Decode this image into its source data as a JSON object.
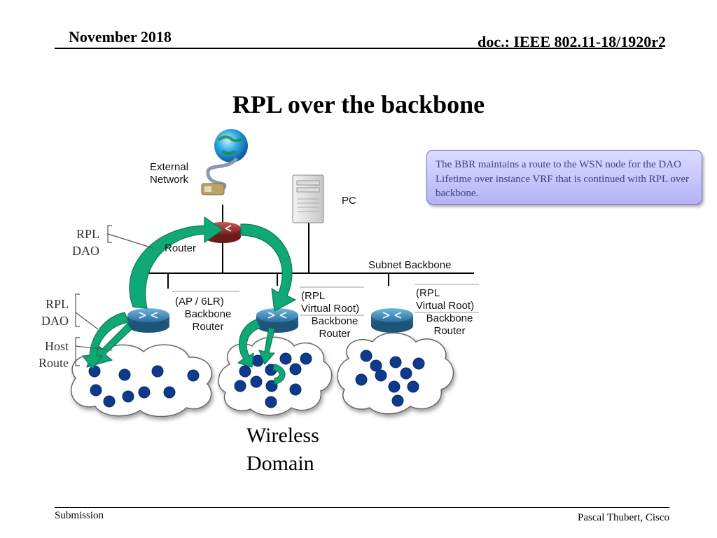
{
  "header": {
    "date": "November 2018",
    "doc_id": "doc.: IEEE 802.11-18/1920r2"
  },
  "slide": {
    "title": "RPL over the backbone"
  },
  "callout": {
    "text": "The BBR maintains a route to the WSN node for the DAO Lifetime over instance VRF that is continued with RPL over backbone."
  },
  "diagram": {
    "external_network": {
      "line1": "External",
      "line2": "Network"
    },
    "pc_label": "PC",
    "router_label": "Router",
    "subnet_label": "Subnet Backbone",
    "bbr_left": {
      "line1": "(AP / 6LR)",
      "line2": "Backbone",
      "line3": "Router"
    },
    "bbr_mid": {
      "line1": "(RPL",
      "line2": "Virtual  Root)",
      "line3": "Backbone",
      "line4": "Router"
    },
    "bbr_right": {
      "line1": "(RPL",
      "line2": "Virtual  Root)",
      "line3": "Backbone",
      "line4": "Router"
    },
    "side_labels": {
      "rpl_dao_top": {
        "line1": "RPL",
        "line2": "DAO"
      },
      "rpl_dao_mid": {
        "line1": "RPL",
        "line2": "DAO"
      },
      "host_route": {
        "line1": "Host",
        "line2": "Route"
      }
    },
    "wireless_domain": {
      "line1": "Wireless",
      "line2": "Domain"
    },
    "colors": {
      "arrow": "#11a878",
      "node": "#0d3a8c",
      "router_bbr": "#3a8fbf",
      "router_main": "#a23434"
    }
  },
  "footer": {
    "left": "Submission",
    "right": "Pascal Thubert, Cisco"
  }
}
